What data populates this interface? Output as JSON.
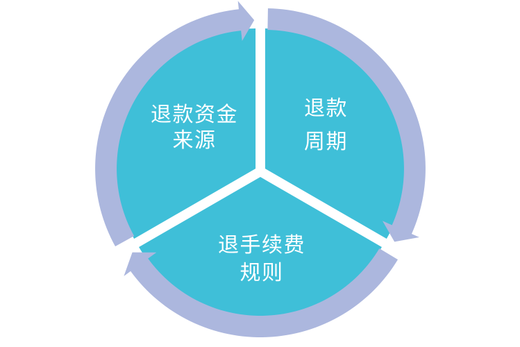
{
  "diagram": {
    "type": "three-part-cycle",
    "direction": "clockwise",
    "background_color": "#ffffff",
    "sector_color": "#3FBFD8",
    "ring_color": "#ACB7DE",
    "label_color": "#ffffff",
    "segments": [
      {
        "id": "refund-fund-source",
        "lines": [
          "退款资金",
          "来源"
        ]
      },
      {
        "id": "refund-cycle",
        "lines": [
          "退款",
          "周期"
        ]
      },
      {
        "id": "refund-fee-rules",
        "lines": [
          "退手续费",
          "规则"
        ]
      }
    ]
  }
}
